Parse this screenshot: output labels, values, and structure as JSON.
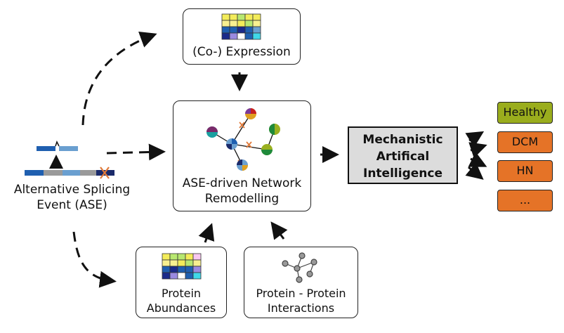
{
  "nodes": {
    "coexpression": "(Co-) Expression",
    "ase_line1": "Alternative Splicing",
    "ase_line2": "Event (ASE)",
    "network_line1": "ASE-driven Network",
    "network_line2": "Remodelling",
    "protein_line1": "Protein",
    "protein_line2": "Abundances",
    "ppi_line1": "Protein - Protein",
    "ppi_line2": "Interactions",
    "mai_line1": "Mechanistic",
    "mai_line2": "Artifical",
    "mai_line3": "Intelligence"
  },
  "outcomes": [
    {
      "label": "Healthy",
      "color": "#9aad1d"
    },
    {
      "label": "DCM",
      "color": "#e57327"
    },
    {
      "label": "HN",
      "color": "#e57327"
    },
    {
      "label": "...",
      "color": "#e57327"
    }
  ],
  "colors": {
    "mai_fill": "#dcdcdc",
    "exon_dark_blue": "#1f5fb0",
    "exon_light_blue": "#6a9fd0",
    "intron_gray": "#9a9a9a",
    "knockout_mark": "#e07a3a"
  }
}
